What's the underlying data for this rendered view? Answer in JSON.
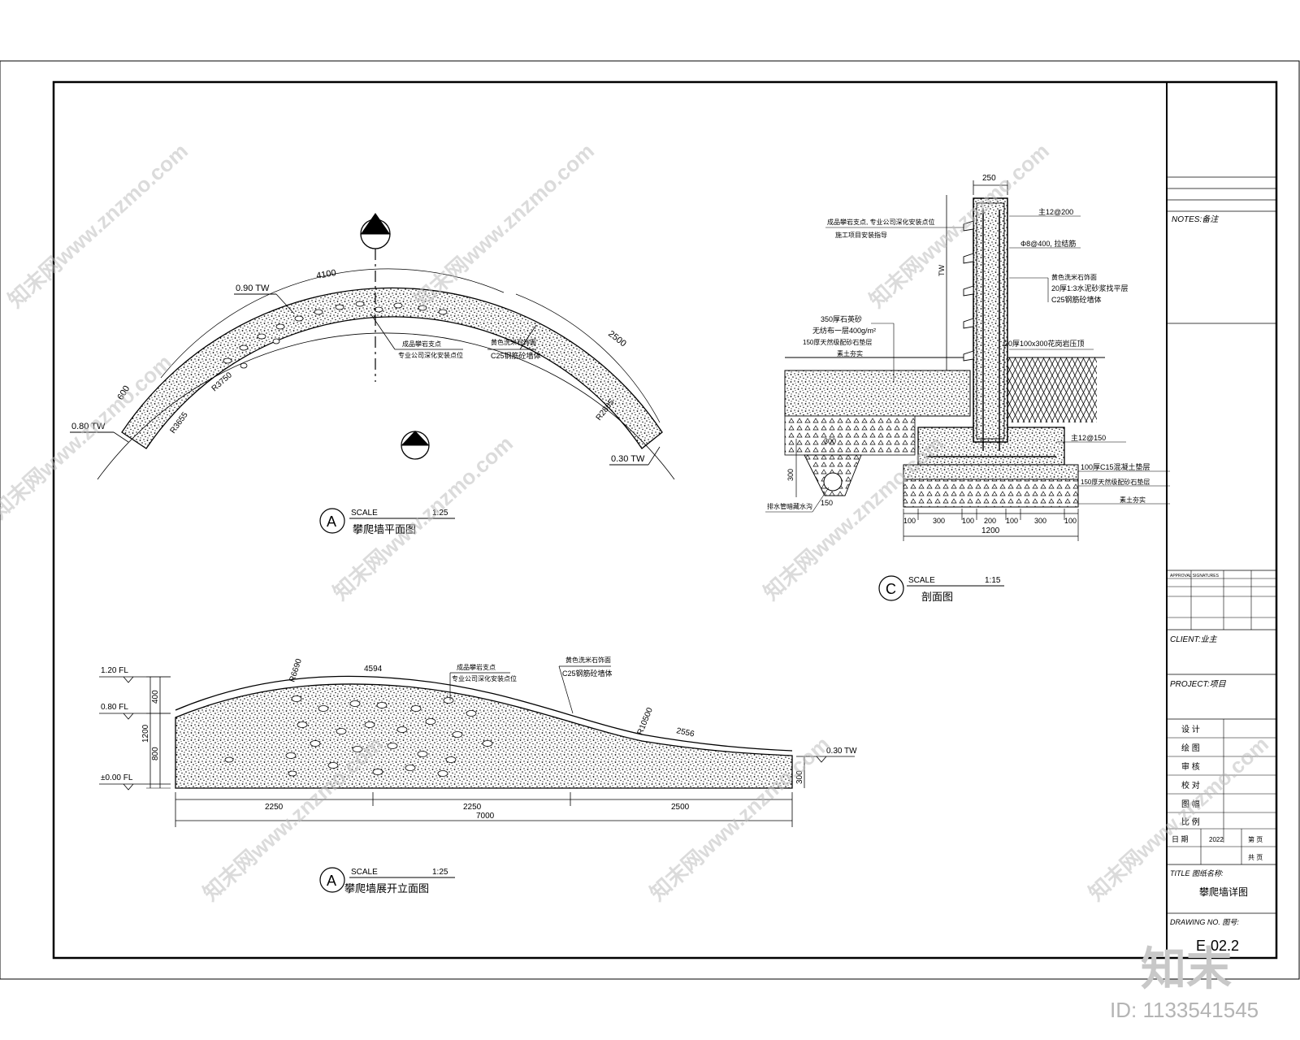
{
  "plan_view": {
    "dims": {
      "arc_left": "4100",
      "arc_right": "2500",
      "left_end": "600",
      "r1": "R3750",
      "r2": "R3655",
      "r3": "R2865"
    },
    "levels": {
      "top": "0.90 TW",
      "left": "0.80 TW",
      "right": "0.30 TW"
    },
    "notes": {
      "holds_1": "成品攀岩支点",
      "holds_2": "专业公司深化安装点位",
      "finish_1": "黄色洗米石饰面",
      "finish_2": "C25钢筋砼墙体"
    },
    "title": {
      "letter": "A",
      "scale_word": "SCALE",
      "scale": "1:25",
      "name": "攀爬墙平面图"
    }
  },
  "elevation_view": {
    "levels": {
      "fl_120": "1.20 FL",
      "fl_080": "0.80 FL",
      "fl_000": "±0.00 FL",
      "tw_030": "0.30 TW"
    },
    "vdims": {
      "d400": "400",
      "d1200": "1200",
      "d800": "800",
      "d300": "300"
    },
    "curve_dims": {
      "r6690": "R6690",
      "c4594": "4594",
      "r10500": "R10500",
      "c2556": "2556"
    },
    "hdims": {
      "d1": "2250",
      "d2": "2250",
      "d3": "2500",
      "total": "7000"
    },
    "notes": {
      "holds_1": "成品攀岩支点",
      "holds_2": "专业公司深化安装点位",
      "finish_1": "黄色洗米石饰面",
      "finish_2": "C25钢筋砼墙体"
    },
    "title": {
      "letter": "A",
      "scale_word": "SCALE",
      "scale": "1:25",
      "name": "攀爬墙展开立面图"
    }
  },
  "section_view": {
    "top_dim": "250",
    "wall_label": "TW",
    "notes_left": [
      "成品攀岩支点, 专业公司深化安装点位",
      "施工项目安装指导",
      "350厚石英砂",
      "无纺布一层400g/m²",
      "150厚天然级配砂石垫层",
      "素土夯实",
      "排水管暗藏水沟"
    ],
    "notes_right": [
      "主12@200",
      "Φ8@400, 拉结筋",
      "黄色洗米石饰面",
      "20厚1:3水泥砂浆找平层",
      "C25钢筋砼墙体",
      "20厚100x300花岗岩压顶",
      "主12@150",
      "100厚C15混凝土垫层",
      "150厚天然级配砂石垫层",
      "素土夯实"
    ],
    "left_dims": {
      "d300": "300",
      "d150": "150",
      "d300b": "300"
    },
    "bottom_dims": [
      "100",
      "300",
      "100",
      "200",
      "100",
      "300",
      "100"
    ],
    "bottom_total": "1200",
    "title": {
      "letter": "C",
      "scale_word": "SCALE",
      "scale": "1:15",
      "name": "剖面图"
    }
  },
  "title_block": {
    "notes_label": "NOTES:备注",
    "approval_text": "APPROVAL SIGNATURES",
    "client_label": "CLIENT:业主",
    "project_label": "PROJECT:项目",
    "rows": [
      "设 计",
      "绘 图",
      "审 核",
      "校 对",
      "图 幅",
      "比 例"
    ],
    "date_label": "日 期",
    "date_value": "2022",
    "sheet_label": "第 页",
    "total_label": "共 页",
    "title_label": "TITLE 图纸名称:",
    "title_value": "攀爬墙详图",
    "drawing_no_label": "DRAWING NO. 图号:",
    "drawing_no": "E-02.2"
  },
  "watermark": {
    "site": "知末网www.znzmo.com",
    "logo": "知末",
    "id": "ID: 1133541545"
  }
}
